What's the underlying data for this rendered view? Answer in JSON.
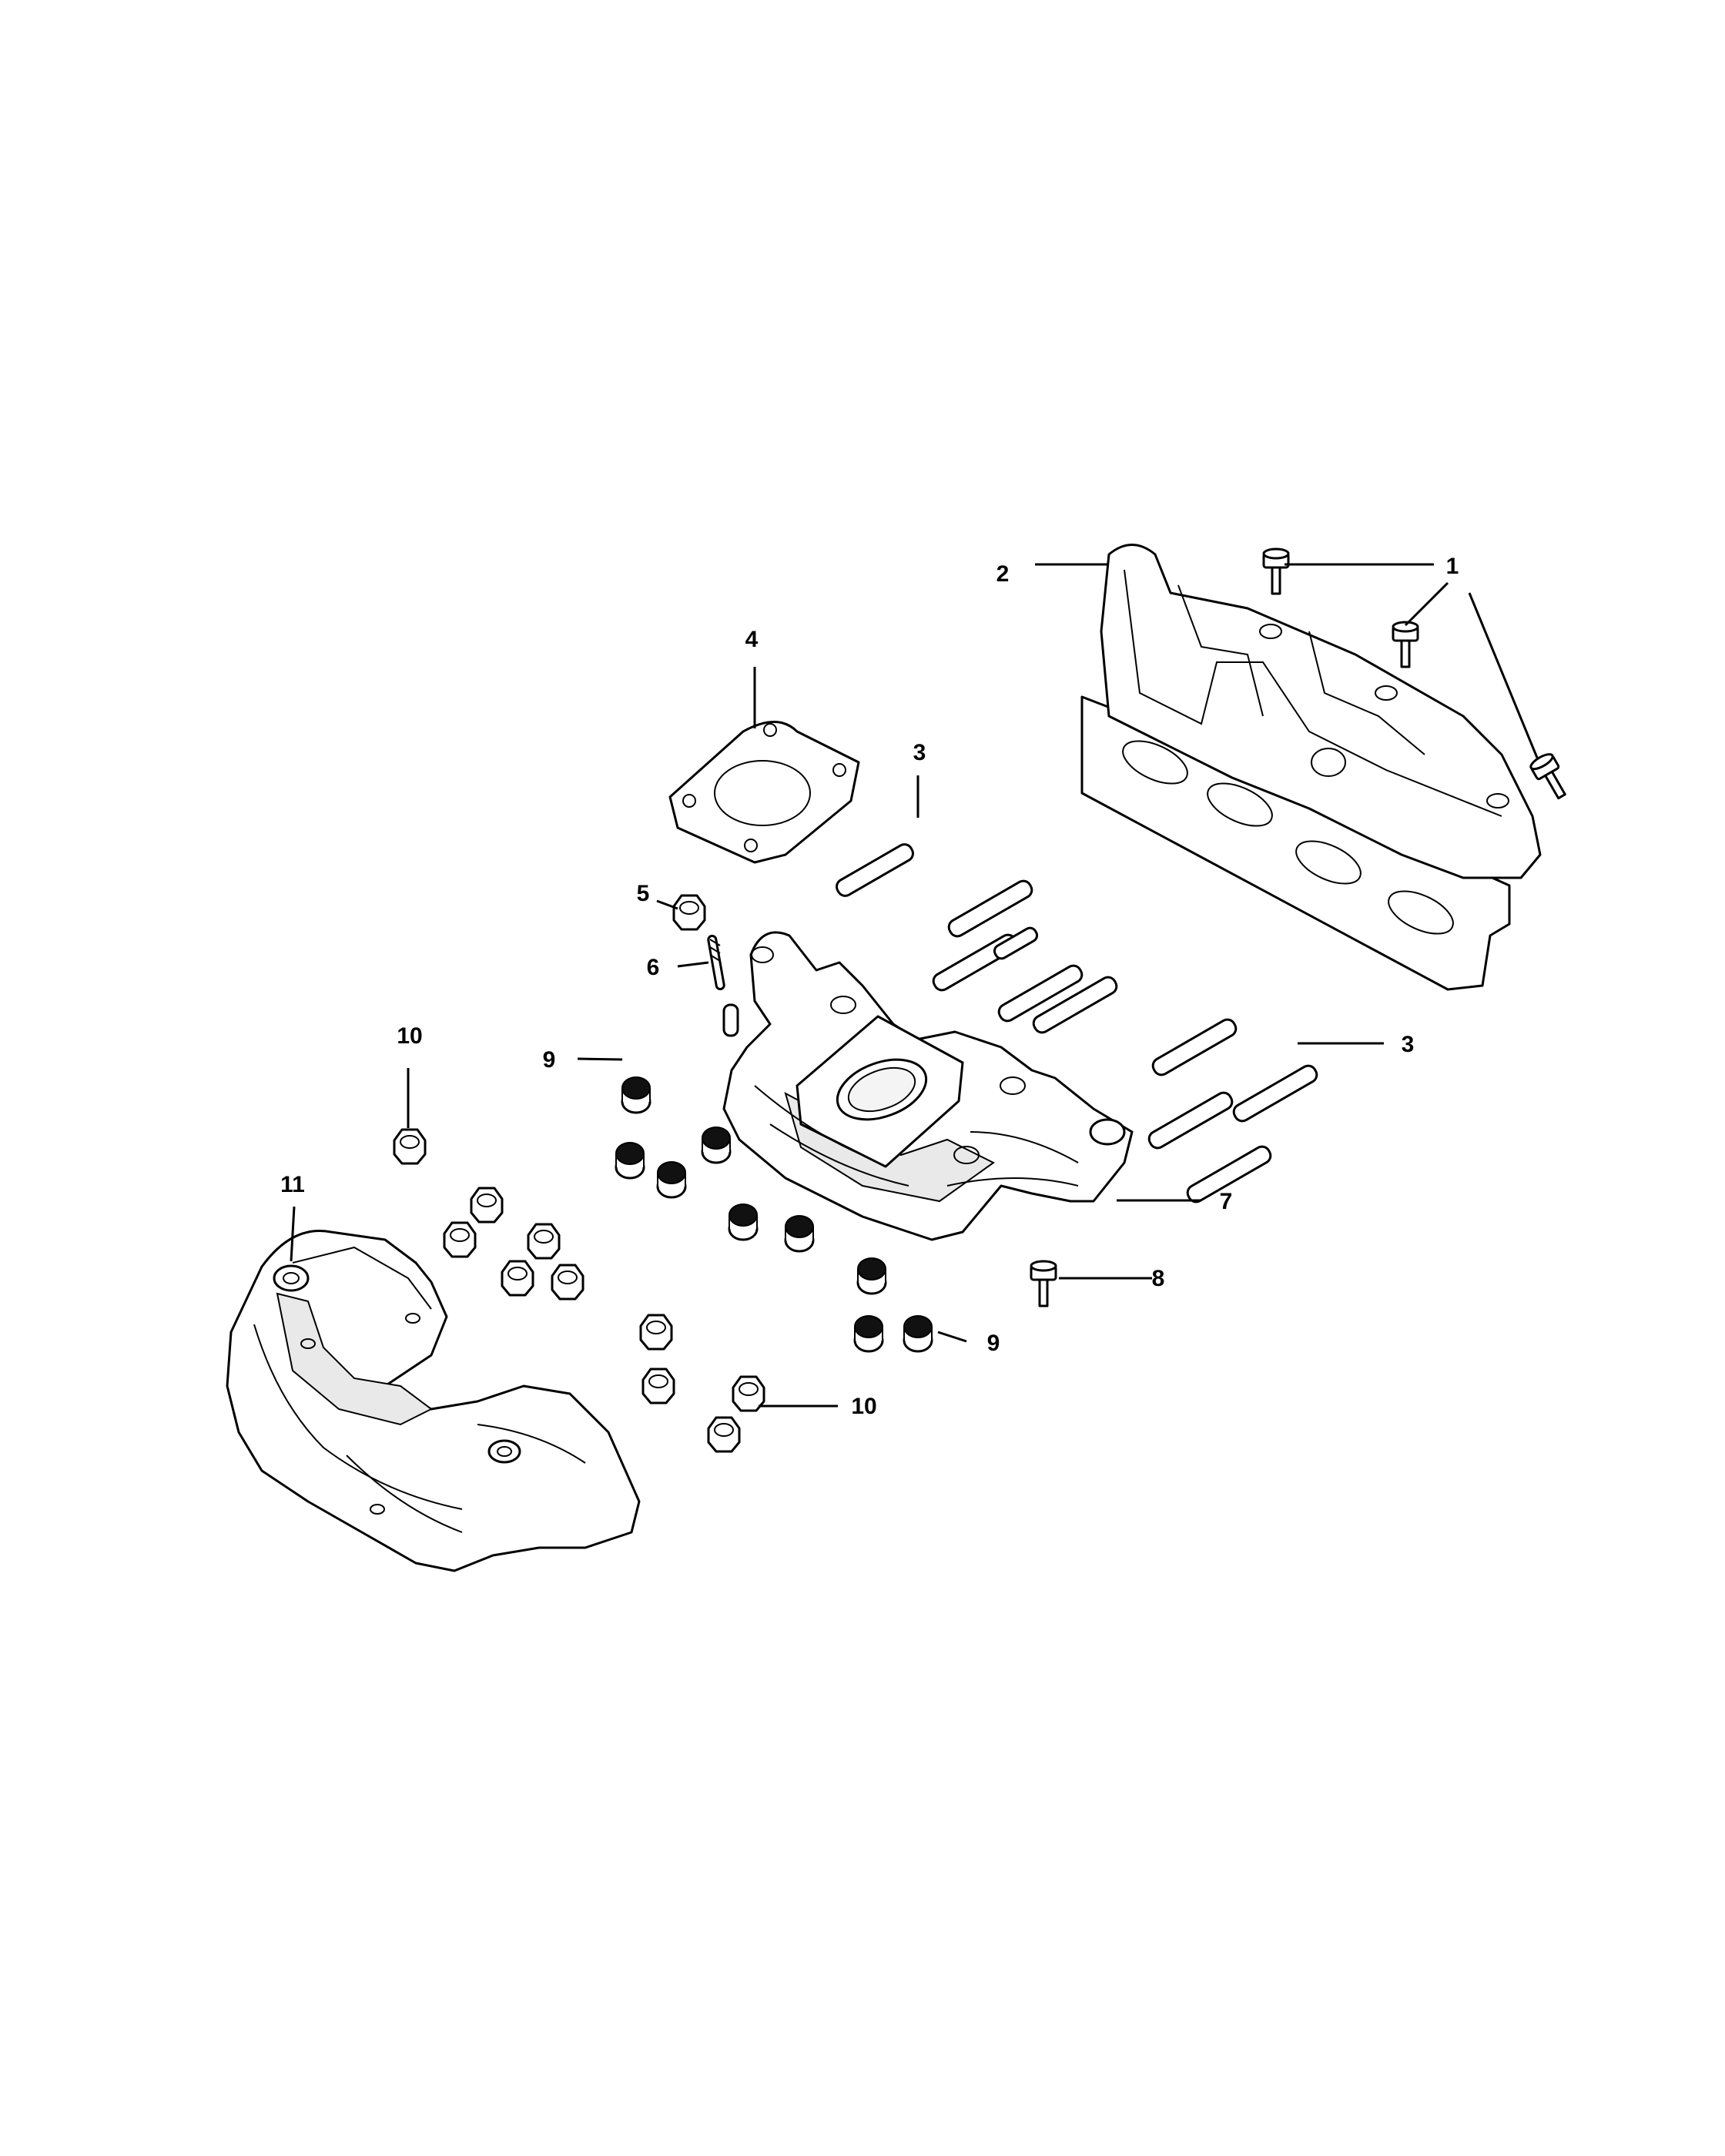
{
  "diagram": {
    "callouts": [
      {
        "id": "c1",
        "label": "1"
      },
      {
        "id": "c2",
        "label": "2"
      },
      {
        "id": "c3a",
        "label": "3"
      },
      {
        "id": "c3b",
        "label": "3"
      },
      {
        "id": "c4",
        "label": "4"
      },
      {
        "id": "c5",
        "label": "5"
      },
      {
        "id": "c6",
        "label": "6"
      },
      {
        "id": "c7",
        "label": "7"
      },
      {
        "id": "c8",
        "label": "8"
      },
      {
        "id": "c9a",
        "label": "9"
      },
      {
        "id": "c9b",
        "label": "9"
      },
      {
        "id": "c10a",
        "label": "10"
      },
      {
        "id": "c10b",
        "label": "10"
      },
      {
        "id": "c11",
        "label": "11"
      }
    ]
  }
}
